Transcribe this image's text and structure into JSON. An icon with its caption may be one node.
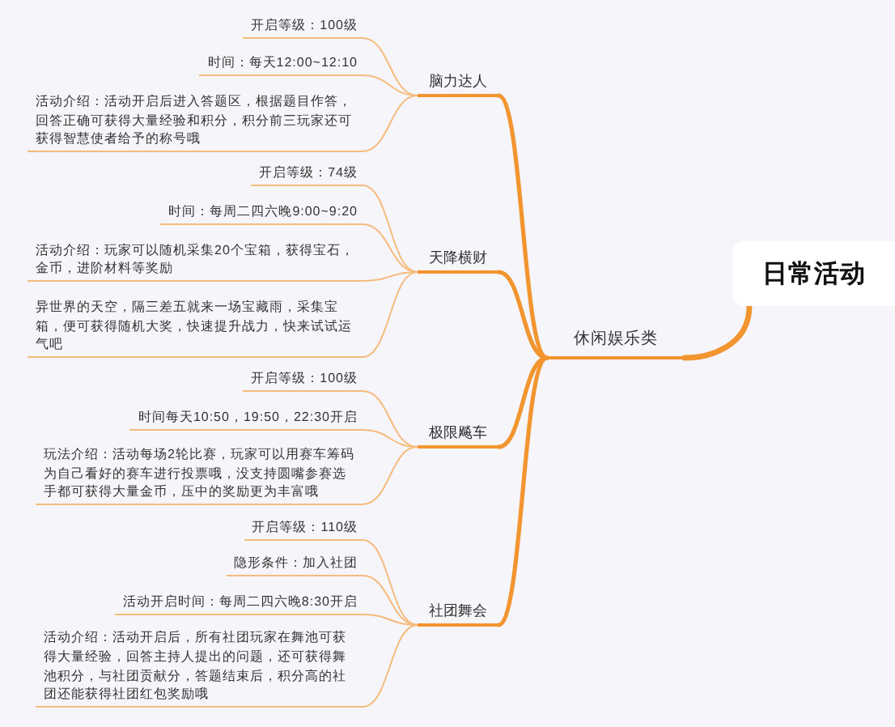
{
  "diagram": {
    "nodes": [
      {
        "text": [
          "日常活动"
        ]
      },
      {
        "text": [
          "休闲娱乐类"
        ]
      },
      {
        "text": [
          "脑力达人"
        ]
      },
      {
        "text": [
          "开启等级：100级"
        ]
      },
      {
        "text": [
          "时间：每天12:00~12:10"
        ]
      },
      {
        "text": [
          "活动介绍：活动开启后进入答题区，根据题目作答，回答正确可获得大量经验和积分，积分前三玩家还可获得智慧使者给予的称号哦"
        ]
      },
      {
        "text": [
          "天降横财"
        ]
      },
      {
        "text": [
          "开启等级：74级"
        ]
      },
      {
        "text": [
          "时间：每周二四六晚9:00~9:20"
        ]
      },
      {
        "text": [
          "活动介绍：玩家可以随机采集20个宝箱，获得宝石，金币，进阶材料等奖励"
        ]
      },
      {
        "text": [
          "异世界的天空，隔三差五就来一场宝藏雨，采集宝箱，便可获得随机大奖，快速提升战力，快来试试运气吧"
        ]
      },
      {
        "text": [
          "极限飚车"
        ]
      },
      {
        "text": [
          "开启等级：100级"
        ]
      },
      {
        "text": [
          "时间每天10:50，19:50，22:30开启"
        ]
      },
      {
        "text": [
          "玩法介绍：活动每场2轮比赛，玩家可以用赛车筹码为自己看好的赛车进行投票哦，没支持圆嘴参赛选手都可获得大量金币，压中的奖励更为丰富哦"
        ]
      },
      {
        "text": [
          "社团舞会"
        ]
      },
      {
        "text": [
          "开启等级：110级"
        ]
      },
      {
        "text": [
          "隐形条件：加入社团"
        ]
      },
      {
        "text": [
          "活动开启时间：每周二四六晚8:30开启"
        ]
      },
      {
        "text": [
          "活动介绍：活动开启后，所有社团玩家在舞池可获得大量经验，回答主持人提出的问题，还可获得舞池积分，与社团贡献分，答题结束后，积分高的社团还能获得社团红包奖励哦"
        ]
      }
    ],
    "edges": [
      {
        "from": 0,
        "to": 1,
        "arrow": "none",
        "style": "thick",
        "color": "#f2952f"
      },
      {
        "from": 1,
        "to": 2,
        "arrow": "none",
        "style": "thick",
        "color": "#f2952f"
      },
      {
        "from": 2,
        "to": 3,
        "arrow": "none"
      },
      {
        "from": 2,
        "to": 4,
        "arrow": "none"
      },
      {
        "from": 2,
        "to": 5,
        "arrow": "none"
      },
      {
        "from": 1,
        "to": 6,
        "arrow": "none",
        "style": "thick",
        "color": "#f2952f"
      },
      {
        "from": 6,
        "to": 7,
        "arrow": "none"
      },
      {
        "from": 6,
        "to": 8,
        "arrow": "none"
      },
      {
        "from": 6,
        "to": 9,
        "arrow": "none"
      },
      {
        "from": 6,
        "to": 10,
        "arrow": "none"
      },
      {
        "from": 1,
        "to": 11,
        "arrow": "none",
        "style": "thick",
        "color": "#f2952f"
      },
      {
        "from": 11,
        "to": 12,
        "arrow": "none"
      },
      {
        "from": 11,
        "to": 13,
        "arrow": "none"
      },
      {
        "from": 11,
        "to": 14,
        "arrow": "none"
      },
      {
        "from": 1,
        "to": 15,
        "arrow": "none",
        "style": "thick",
        "color": "#f2952f"
      },
      {
        "from": 15,
        "to": 16,
        "arrow": "none"
      },
      {
        "from": 15,
        "to": 17,
        "arrow": "none"
      },
      {
        "from": 15,
        "to": 18,
        "arrow": "none"
      },
      {
        "from": 15,
        "to": 19,
        "arrow": "none"
      }
    ]
  }
}
